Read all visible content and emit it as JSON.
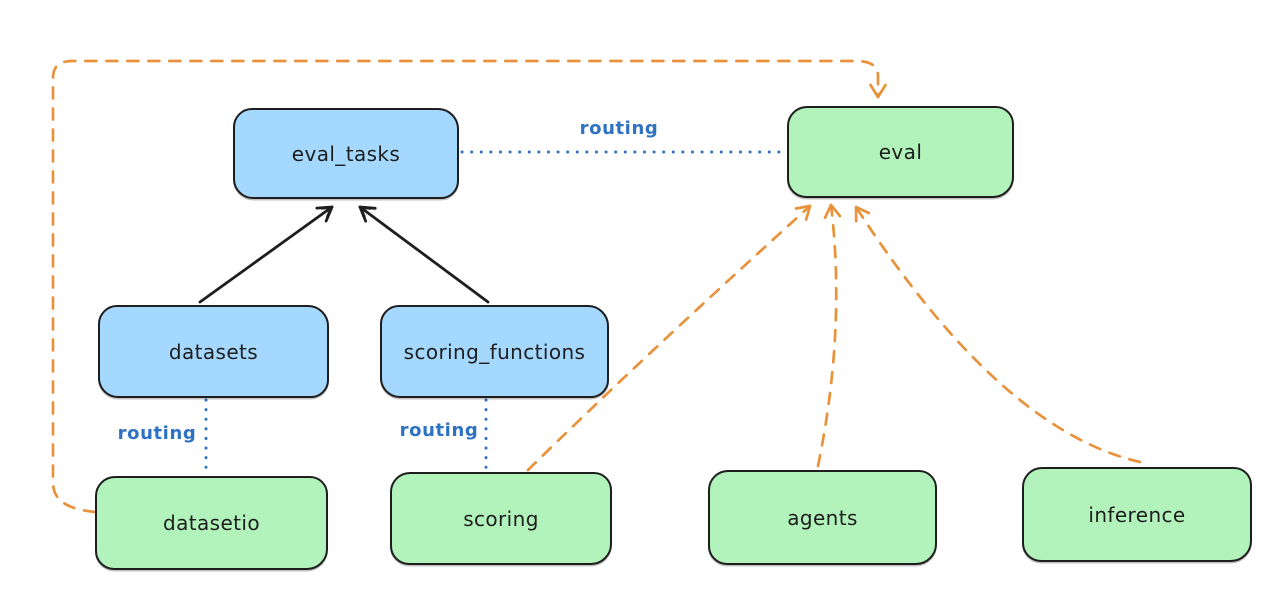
{
  "colors": {
    "node_blue": "#a5d8ff",
    "node_green": "#b2f2bb",
    "node_border": "#1e1e1e",
    "arrow_black": "#1e1e1e",
    "arrow_orange": "#e8923c",
    "routing_blue": "#2e72c4",
    "background": "#ffffff"
  },
  "nodes": [
    {
      "id": "eval_tasks",
      "label": "eval_tasks",
      "kind": "resource-blue"
    },
    {
      "id": "eval",
      "label": "eval",
      "kind": "api-green"
    },
    {
      "id": "datasets",
      "label": "datasets",
      "kind": "resource-blue"
    },
    {
      "id": "scoring_functions",
      "label": "scoring_functions",
      "kind": "resource-blue"
    },
    {
      "id": "datasetio",
      "label": "datasetio",
      "kind": "api-green"
    },
    {
      "id": "scoring",
      "label": "scoring",
      "kind": "api-green"
    },
    {
      "id": "agents",
      "label": "agents",
      "kind": "api-green"
    },
    {
      "id": "inference",
      "label": "inference",
      "kind": "api-green"
    }
  ],
  "edges": [
    {
      "from": "datasets",
      "to": "eval_tasks",
      "style": "solid-black-arrow",
      "label": ""
    },
    {
      "from": "scoring_functions",
      "to": "eval_tasks",
      "style": "solid-black-arrow",
      "label": ""
    },
    {
      "from": "eval_tasks",
      "to": "eval",
      "style": "dotted-blue",
      "label": "routing"
    },
    {
      "from": "datasets",
      "to": "datasetio",
      "style": "dotted-blue",
      "label": "routing"
    },
    {
      "from": "scoring_functions",
      "to": "scoring",
      "style": "dotted-blue",
      "label": "routing"
    },
    {
      "from": "datasetio",
      "to": "eval",
      "style": "dashed-orange-arrow",
      "label": ""
    },
    {
      "from": "scoring",
      "to": "eval",
      "style": "dashed-orange-arrow",
      "label": ""
    },
    {
      "from": "agents",
      "to": "eval",
      "style": "dashed-orange-arrow",
      "label": ""
    },
    {
      "from": "inference",
      "to": "eval",
      "style": "dashed-orange-arrow",
      "label": ""
    }
  ]
}
